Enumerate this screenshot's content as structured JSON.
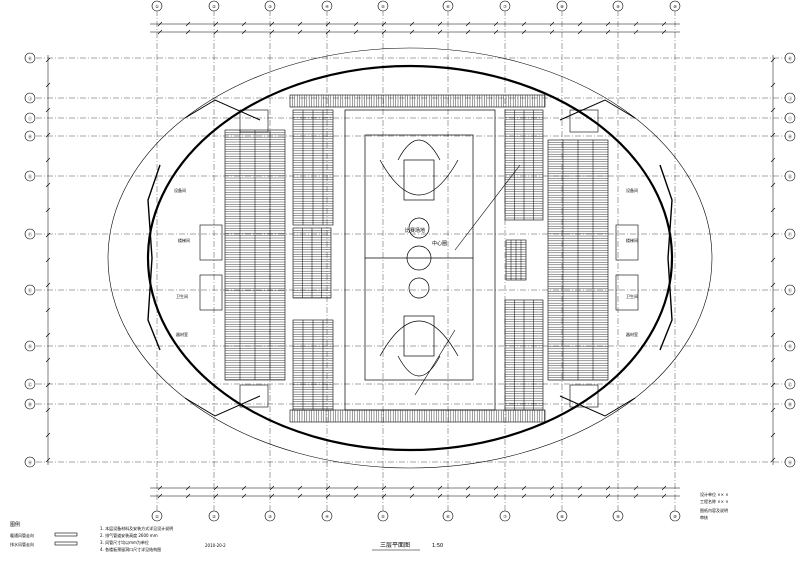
{
  "drawing": {
    "title": "三层平面图",
    "scale": "1:50",
    "drawing_number": "2010-20-2"
  },
  "grid": {
    "columns": [
      "①",
      "②",
      "③",
      "④",
      "⑤",
      "⑥",
      "⑦",
      "⑧",
      "⑨",
      "⑩"
    ],
    "rows": [
      "Ⓐ",
      "Ⓑ",
      "Ⓒ",
      "Ⓓ",
      "Ⓔ",
      "Ⓕ",
      "Ⓖ",
      "Ⓗ",
      "Ⓘ",
      "Ⓙ",
      "Ⓚ"
    ]
  },
  "legend": {
    "heading": "图例",
    "items": [
      "暖通风管走向",
      "排水风管走向"
    ]
  },
  "notes": {
    "items": [
      "1. 本层设备材料及安装方式详见设计说明",
      "2. 排气管道安装高度  2600  mm",
      "3. 风管尺寸均以mm为单位",
      "4. 各楼板预留洞口尺寸详见结构图"
    ]
  },
  "court": {
    "area_label": "比赛场地",
    "center_label": "中心圈"
  },
  "rooms": {
    "left": [
      "设备间",
      "楼梯间",
      "卫生间",
      "器材室"
    ],
    "right": [
      "设备间",
      "楼梯间",
      "卫生间",
      "器材室"
    ]
  },
  "spec_box": {
    "lines": [
      "设计单位  ××  ×",
      "工程名称  ××  ×",
      "图纸内容及说明",
      "审核"
    ]
  }
}
